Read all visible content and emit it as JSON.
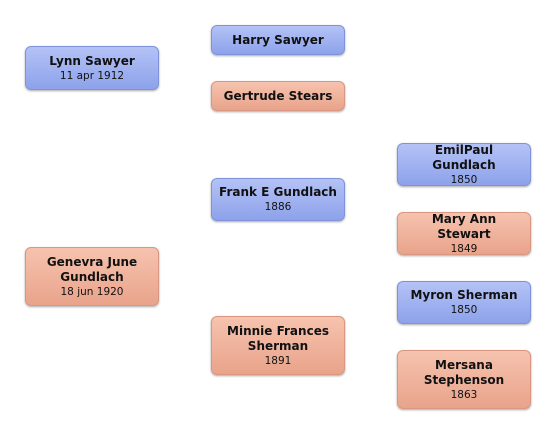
{
  "people": {
    "lynn": {
      "name": "Lynn Sawyer",
      "date": "11 apr 1912"
    },
    "genevra": {
      "name": "Genevra June Gundlach",
      "date": "18 jun 1920"
    },
    "harry": {
      "name": "Harry Sawyer"
    },
    "gertrude": {
      "name": "Gertrude Stears"
    },
    "frank": {
      "name": "Frank E Gundlach",
      "date": "1886"
    },
    "minnie": {
      "name": "Minnie Frances Sherman",
      "date": "1891"
    },
    "emil": {
      "name": "EmilPaul Gundlach",
      "date": "1850"
    },
    "maryann": {
      "name": "Mary Ann Stewart",
      "date": "1849"
    },
    "myron": {
      "name": "Myron Sherman",
      "date": "1850"
    },
    "mersana": {
      "name": "Mersana Stephenson",
      "date": "1863"
    }
  },
  "colors": {
    "male": "#9fb0ef",
    "female": "#f0b39d"
  }
}
